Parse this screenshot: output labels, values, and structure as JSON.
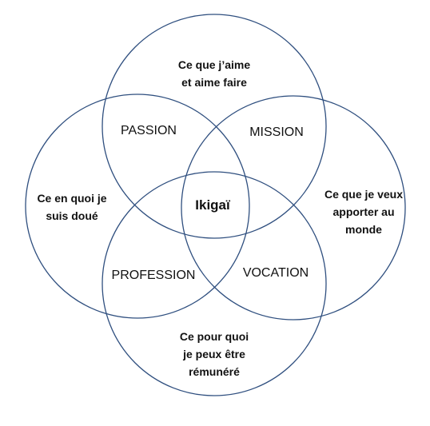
{
  "diagram": {
    "stroke_color": "#2f4f7f",
    "circles": {
      "top": {
        "name": "love",
        "text": "Ce que j’aime\net aime faire"
      },
      "left": {
        "name": "skill",
        "text": "Ce en quoi je\nsuis doué"
      },
      "right": {
        "name": "world",
        "text": "Ce que je veux\napporter au\nmonde"
      },
      "bottom": {
        "name": "paid",
        "text": "Ce pour quoi\nje peux être\nrémunéré"
      }
    },
    "intersections": {
      "passion": "PASSION",
      "mission": "MISSION",
      "profession": "PROFESSION",
      "vocation": "VOCATION"
    },
    "center": "Ikigaï"
  }
}
